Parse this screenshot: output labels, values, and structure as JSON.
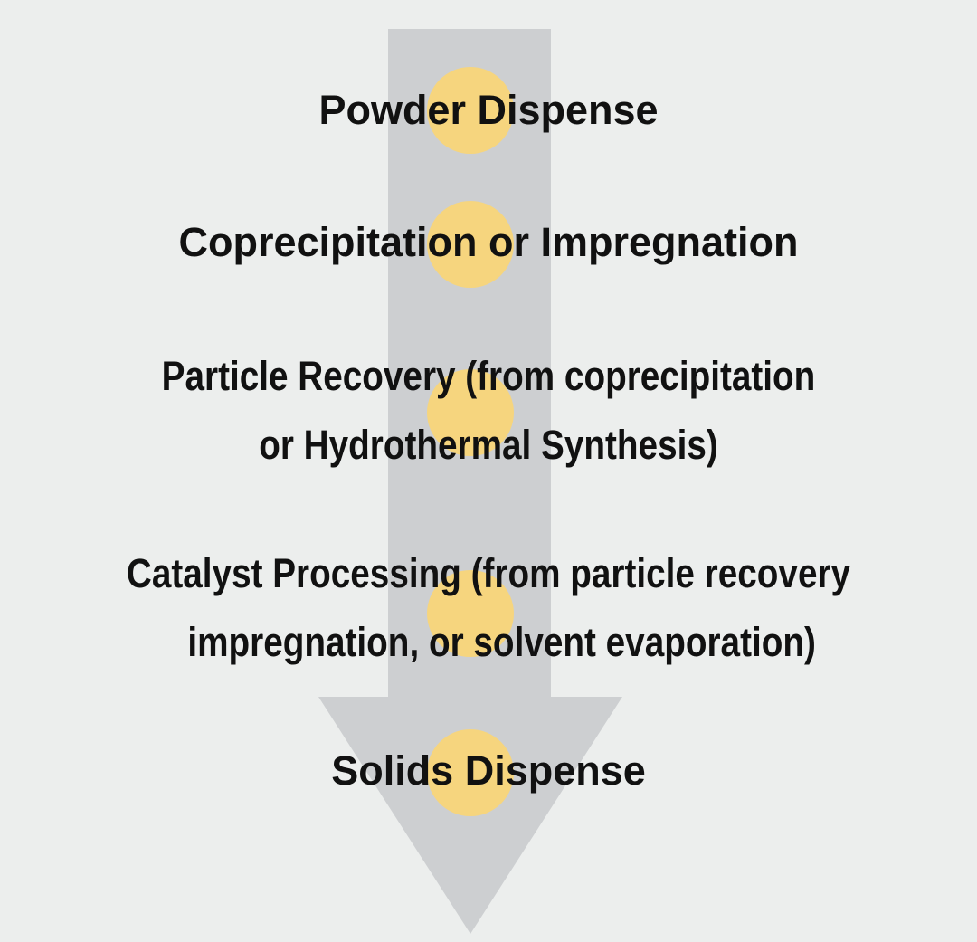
{
  "diagram": {
    "type": "process-flow",
    "direction": "top-to-bottom",
    "colors": {
      "background": "#eceeed",
      "arrow": "#cdcfd1",
      "step_marker": "#f6d57e",
      "text": "#111111"
    },
    "steps": [
      {
        "label": "Powder Dispense",
        "lines": [
          "Powder Dispense"
        ]
      },
      {
        "label": "Coprecipitation or Impregnation",
        "lines": [
          "Coprecipitation or Impregnation"
        ]
      },
      {
        "label": "Particle Recovery (from coprecipitation or Hydrothermal Synthesis)",
        "lines": [
          "Particle Recovery (from coprecipitation",
          "or Hydrothermal Synthesis)"
        ]
      },
      {
        "label": "Catalyst Processing (from particle recovery impregnation, or solvent evaporation)",
        "lines": [
          "Catalyst Processing (from particle recovery",
          "impregnation, or solvent evaporation)"
        ]
      },
      {
        "label": "Solids Dispense",
        "lines": [
          "Solids Dispense"
        ]
      }
    ]
  }
}
